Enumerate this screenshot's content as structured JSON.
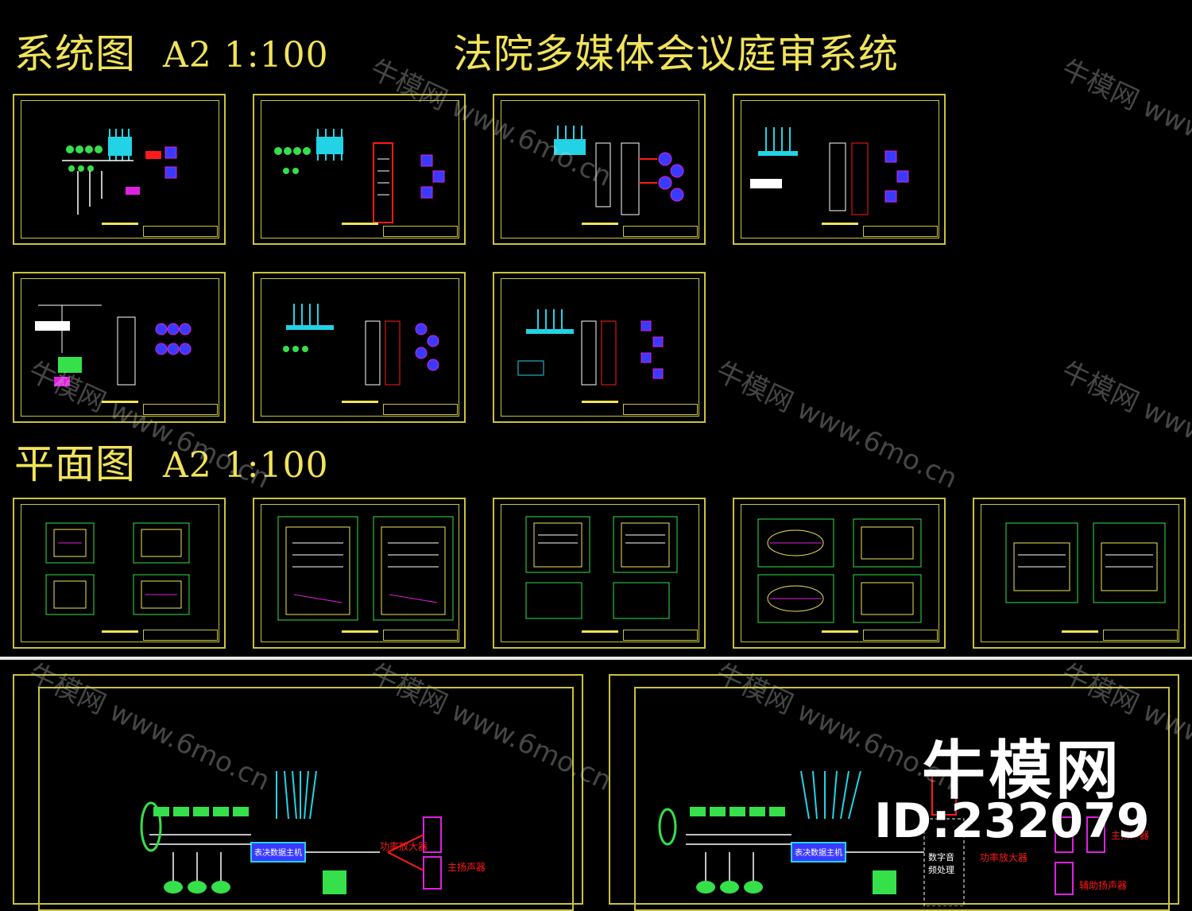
{
  "header": {
    "system_label": "系统图",
    "system_scale": "A2 1:100",
    "main_title": "法院多媒体会议庭审系统",
    "plan_label": "平面图",
    "plan_scale": "A2 1:100"
  },
  "watermark": {
    "text": "牛模网 www.6mo.cn"
  },
  "logo": {
    "brand": "牛模网",
    "id_text": "ID:232079"
  },
  "detail_labels": {
    "host": "表决数据主机",
    "amp": "功率放大器",
    "speaker": "主扬声器",
    "digital": "数字音频处理",
    "aux_speaker": "辅助扬声器"
  },
  "colors": {
    "frame": "#c9c23e",
    "title_text": "#f1e35a",
    "cyan": "#22d3e6",
    "green": "#35e04a",
    "red": "#ff1a1a",
    "magenta": "#e020e0",
    "blue": "#3a3aff",
    "white": "#ffffff"
  }
}
